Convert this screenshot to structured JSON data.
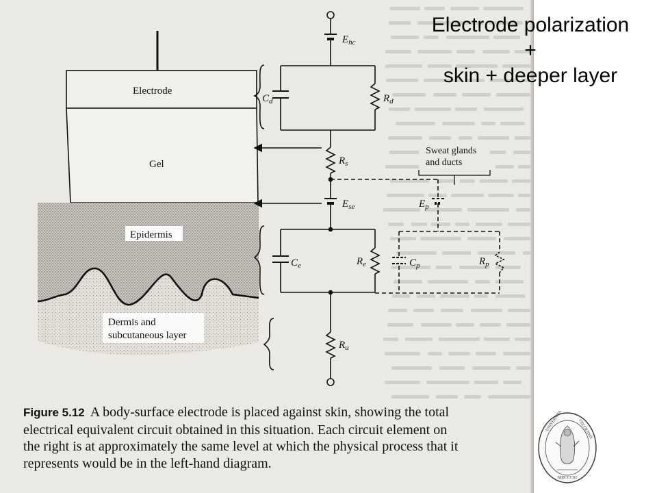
{
  "slide_title": {
    "line1": "Electrode polarization",
    "line2": "+",
    "line3": "skin + deeper layer"
  },
  "diagram": {
    "layers": {
      "electrode": "Electrode",
      "gel": "Gel",
      "epidermis": "Epidermis",
      "dermis_line1": "Dermis and",
      "dermis_line2": "subcutaneous layer"
    },
    "components": {
      "ehc": {
        "main": "E",
        "sub": "hc"
      },
      "cd": {
        "main": "C",
        "sub": "d"
      },
      "rd": {
        "main": "R",
        "sub": "d"
      },
      "rs": {
        "main": "R",
        "sub": "s"
      },
      "ese": {
        "main": "E",
        "sub": "se"
      },
      "ep": {
        "main": "E",
        "sub": "p"
      },
      "ce": {
        "main": "C",
        "sub": "e"
      },
      "re": {
        "main": "R",
        "sub": "e"
      },
      "cp": {
        "main": "C",
        "sub": "p"
      },
      "rp": {
        "main": "R",
        "sub": "p"
      },
      "ru": {
        "main": "R",
        "sub": "u"
      }
    },
    "sweat_label_line1": "Sweat glands",
    "sweat_label_line2": "and ducts"
  },
  "caption": {
    "figure_label": "Figure 5.12",
    "line1": "A body-surface electrode is placed against skin, showing the total",
    "line2": "electrical equivalent circuit obtained in this situation. Each circuit element on",
    "line3": "the right is at approximately the same level at which the physical process that it",
    "line4": "represents would be in the left-hand diagram."
  },
  "seal": {
    "text": "UNIVERSITAS OSLOENSIS",
    "year": "MDCCCXI"
  }
}
